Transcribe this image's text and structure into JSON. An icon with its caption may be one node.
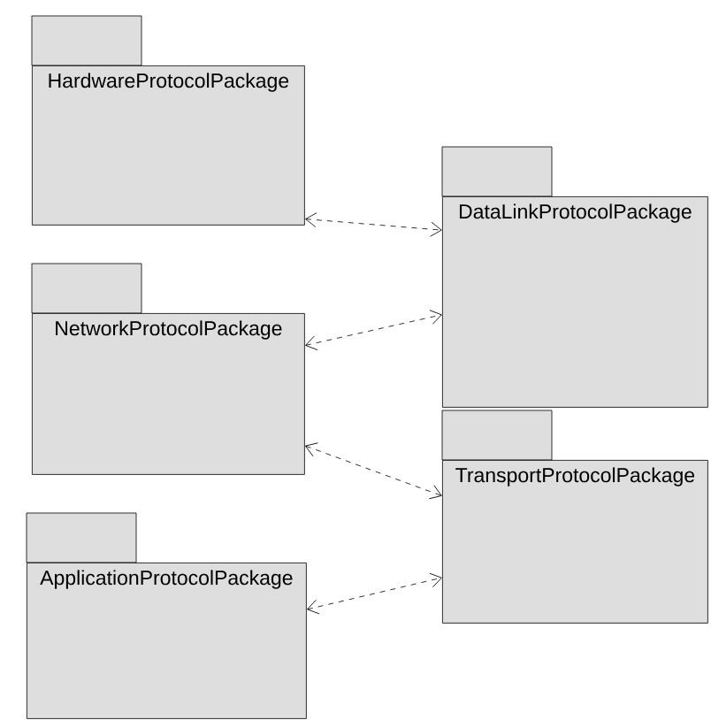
{
  "diagram": {
    "nodes": [
      {
        "text": [
          "HardwareProtocolPackage"
        ]
      },
      {
        "text": [
          "DataLinkProtocolPackage"
        ]
      },
      {
        "text": [
          "NetworkProtocolPackage"
        ]
      },
      {
        "text": [
          "TransportProtocolPackage"
        ]
      },
      {
        "text": [
          "ApplicationProtocolPackage"
        ]
      }
    ],
    "edges": [
      {
        "from": 0,
        "to": 1,
        "arrow": "both",
        "style": "dashed"
      },
      {
        "from": 2,
        "to": 1,
        "arrow": "both",
        "style": "dashed"
      },
      {
        "from": 2,
        "to": 3,
        "arrow": "both",
        "style": "dashed"
      },
      {
        "from": 4,
        "to": 3,
        "arrow": "both",
        "style": "dashed"
      }
    ]
  }
}
